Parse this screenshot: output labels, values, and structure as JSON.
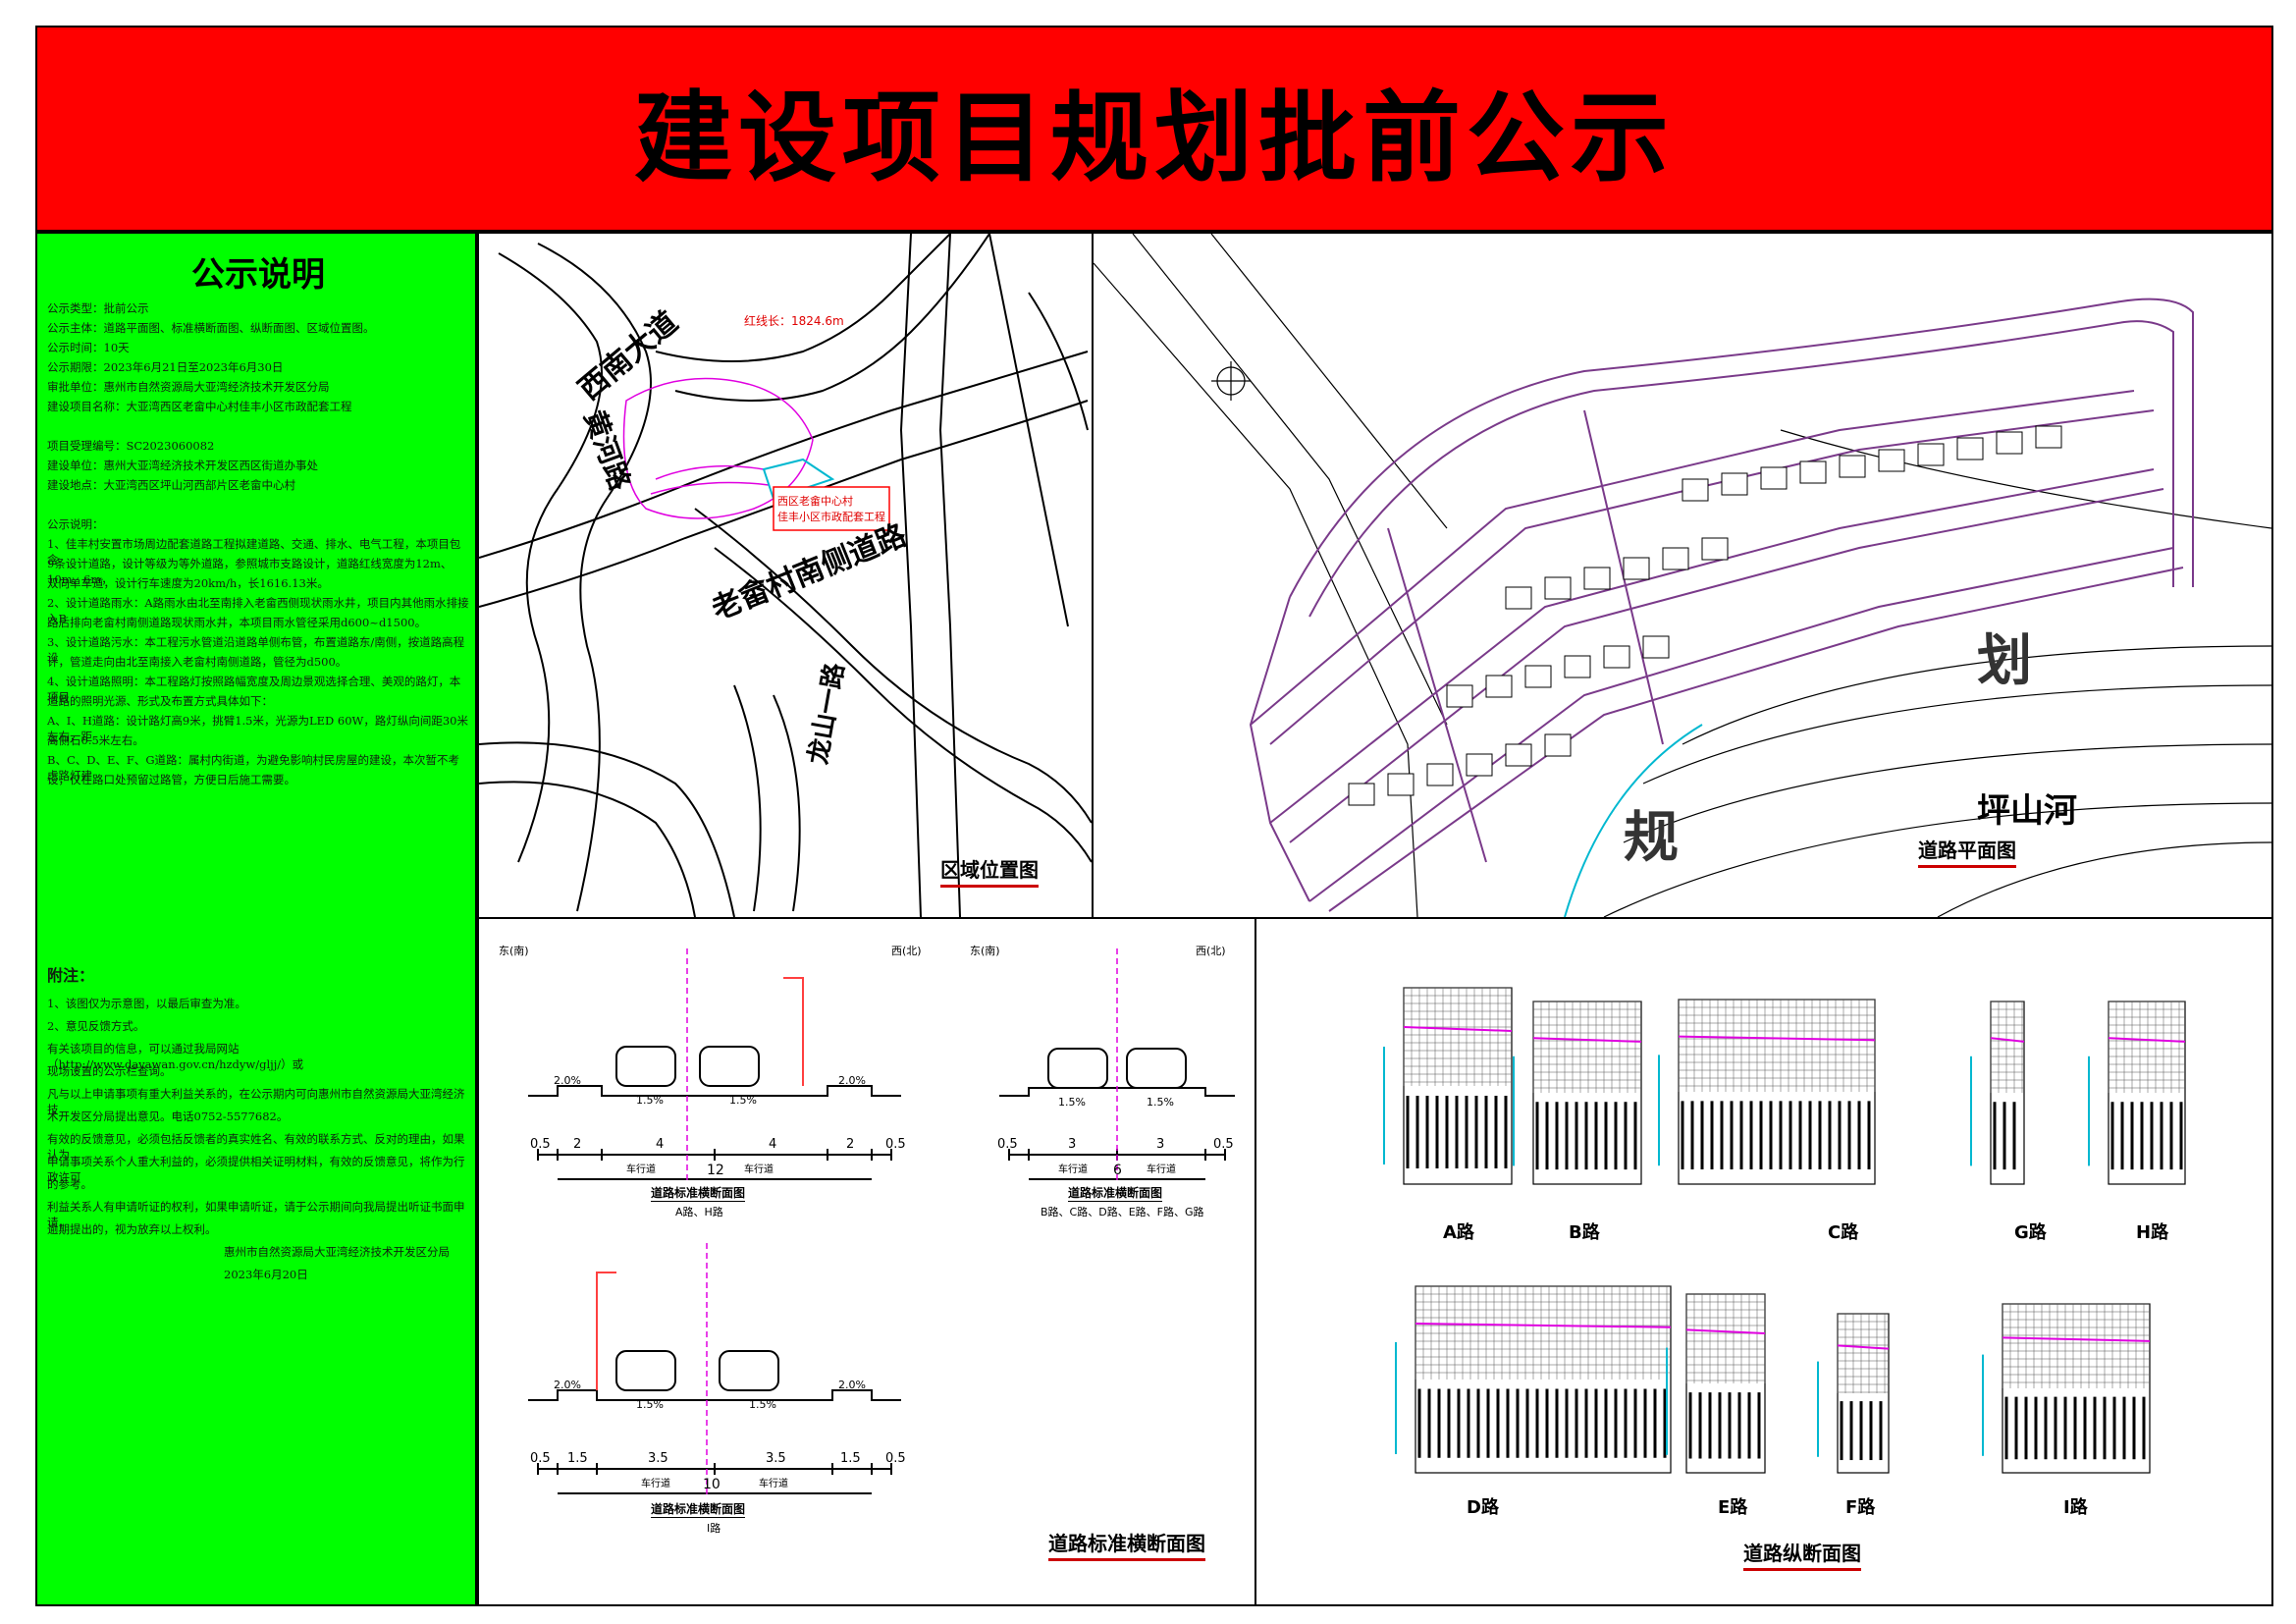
{
  "page": {
    "title": "建设项目规划批前公示"
  },
  "notice": {
    "heading": "公示说明",
    "lines": [
      "公示类型：批前公示",
      "公示主体：道路平面图、标准横断面图、纵断面图、区域位置图。",
      "公示时间：10天",
      "公示期限：2023年6月21日至2023年6月30日",
      "审批单位：惠州市自然资源局大亚湾经济技术开发区分局",
      "建设项目名称：大亚湾西区老畲中心村佳丰小区市政配套工程",
      "",
      "项目受理编号：SC2023060082",
      "建设单位：惠州大亚湾经济技术开发区西区街道办事处",
      "建设地点：大亚湾西区坪山河西部片区老畲中心村",
      "",
      "公示说明：",
      "1、佳丰村安置市场周边配套道路工程拟建道路、交通、排水、电气工程，本项目包含",
      "9条设计道路，设计等级为等外道路，参照城市支路设计，道路红线宽度为12m、10m、6m，",
      "双向单车道，设计行车速度为20km/h，长1616.13米。",
      "2、设计道路雨水：A路雨水由北至南排入老畲西侧现状雨水井，项目内其他雨水排接入B",
      "路后排向老畲村南侧道路现状雨水井，本项目雨水管径采用d600~d1500。",
      "3、设计道路污水：本工程污水管道沿道路单侧布管，布置道路东/南侧，按道路高程设",
      "计，管道走向由北至南接入老畲村南侧道路，管径为d500。",
      "4、设计道路照明：本工程路灯按照路幅宽度及周边景观选择合理、美观的路灯，本项目",
      "道路的照明光源、形式及布置方式具体如下：",
      "A、I、H道路：设计路灯高9米，挑臂1.5米，光源为LED 60W，路灯纵向间距30米左右，距",
      "离侧石0.5米左右。",
      "B、C、D、E、F、G道路：属村内街道，为避免影响村民房屋的建设，本次暂不考虑路灯建",
      "设，仅在路口处预留过路管，方便日后施工需要。"
    ],
    "appendix": [
      "附注：",
      "1、该图仅为示意图，以最后审查为准。",
      "2、意见反馈方式。",
      "有关该项目的信息，可以通过我局网站（http://www.dayawan.gov.cn/hzdyw/gljj/）或",
      "现场设置的公示栏查询。",
      "凡与以上申请事项有重大利益关系的，在公示期内可向惠州市自然资源局大亚湾经济技",
      "术开发区分局提出意见。电话0752-5577682。",
      "有效的反馈意见，必须包括反馈者的真实姓名、有效的联系方式、反对的理由，如果认为",
      "申请事项关系个人重大利益的，必须提供相关证明材料，有效的反馈意见，将作为行政许可",
      "的参考。",
      "利益关系人有申请听证的权利，如果申请听证，请于公示期间向我局提出听证书面申请，",
      "逾期提出的，视为放弃以上权利。",
      "惠州市自然资源局大亚湾经济技术开发区分局",
      "2023年6月20日"
    ]
  },
  "location_map": {
    "caption": "区域位置图",
    "roads": [
      "西南大道",
      "黄河路",
      "老畲村南侧道路",
      "龙山一路"
    ],
    "site_label": "红线长：1824.6m",
    "project_label_lines": [
      "西区老畲中心村",
      "佳丰小区市政配套工程"
    ]
  },
  "plan": {
    "caption": "道路平面图",
    "river": "坪山河",
    "mark_chars": [
      "划",
      "规"
    ]
  },
  "cross_sections": {
    "caption": "道路标准横断面图",
    "side_left": "东(南)",
    "side_right": "西(北)",
    "section1": {
      "title": "道路标准横断面图",
      "roads": "A路、H路",
      "widths": [
        "0.5",
        "2",
        "4",
        "4",
        "2",
        "0.5"
      ],
      "total": "12",
      "slopes": [
        "2.0%",
        "1.5%",
        "1.5%",
        "2.0%"
      ]
    },
    "section2": {
      "title": "道路标准横断面图",
      "roads": "B路、C路、D路、E路、F路、G路",
      "widths": [
        "0.5",
        "3",
        "3",
        "0.5"
      ],
      "total": "6",
      "slopes": [
        "1.5%",
        "1.5%"
      ]
    },
    "section3": {
      "title": "道路标准横断面图",
      "roads": "I路",
      "widths": [
        "0.5",
        "1.5",
        "3.5",
        "3.5",
        "1.5",
        "0.5"
      ],
      "total": "10",
      "slopes": [
        "2.0%",
        "1.5%",
        "1.5%",
        "2.0%"
      ]
    },
    "lane_label": "车行道"
  },
  "profiles": {
    "caption": "道路纵断面图",
    "roads_top": [
      "A路",
      "B路",
      "C路",
      "G路",
      "H路"
    ],
    "roads_bottom": [
      "D路",
      "E路",
      "F路",
      "I路"
    ]
  },
  "colors": {
    "banner": "#ff0000",
    "notice_bg": "#00ff00",
    "caption_underline": "#cc0000",
    "plan_road": "#7a3a8a",
    "accent_cyan": "#00b8d0",
    "accent_magenta": "#e000e0"
  }
}
